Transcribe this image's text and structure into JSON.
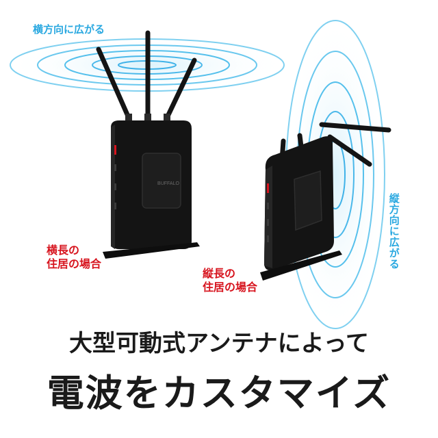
{
  "labels": {
    "horizontal_spread": "横方向に広がる",
    "vertical_spread": "縦方向に広がる",
    "horizontal_residence": [
      "横長の",
      "住居の場合"
    ],
    "vertical_residence": [
      "縦長の",
      "住居の場合"
    ]
  },
  "headline": {
    "line1": "大型可動式アンテナによって",
    "line2": "電波をカスタマイズ"
  },
  "brand_mark": "BUFFALO",
  "colors": {
    "wave_blue": "#29a8e0",
    "label_red": "#d7141e",
    "router_black": "#141414",
    "text_dark": "#1a1a1a"
  }
}
